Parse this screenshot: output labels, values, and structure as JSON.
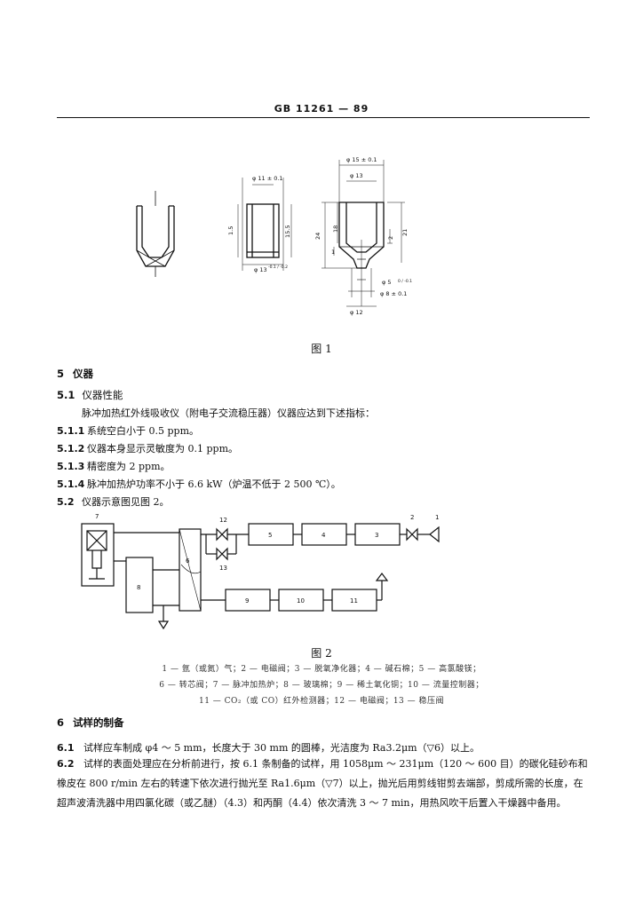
{
  "header": {
    "doc_code": "GB 11261 — 89"
  },
  "figure1": {
    "caption": "图 1",
    "dims": {
      "b_top": "φ 11 ± 0.1",
      "b_left": "1.5",
      "b_right": "15.5",
      "b_bottom": "φ 13",
      "b_bottom_tol": "-0.1 / -0.2",
      "c_top1": "φ 15 ± 0.1",
      "c_top2": "φ 13",
      "c_left_outer": "24",
      "c_left_inner": "18",
      "c_small": "1",
      "c_right_inner": "2",
      "c_right_outer": "21",
      "c_hole1": "φ 5",
      "c_hole1_tol": "0 / -0.1",
      "c_hole2": "φ 8 ± 0.1",
      "c_bottom": "φ 12"
    }
  },
  "section5": {
    "num": "5",
    "title": "仪器",
    "s51": {
      "num": "5.1",
      "title": "仪器性能"
    },
    "intro": "脉冲加热红外线吸收仪（附电子交流稳压器）仪器应达到下述指标：",
    "items": [
      {
        "num": "5.1.1",
        "text": "系统空白小于 0.5 ppm。"
      },
      {
        "num": "5.1.2",
        "text": "仪器本身显示灵敏度为 0.1 ppm。"
      },
      {
        "num": "5.1.3",
        "text": "精密度为 2 ppm。"
      },
      {
        "num": "5.1.4",
        "text": "脉冲加热炉功率不小于 6.6 kW（炉温不低于 2 500 ℃）。"
      }
    ],
    "s52": {
      "num": "5.2",
      "text": "仪器示意图见图 2。"
    }
  },
  "figure2": {
    "caption": "图 2",
    "labels": [
      "1",
      "2",
      "3",
      "4",
      "5",
      "6",
      "7",
      "8",
      "9",
      "10",
      "11",
      "12",
      "13"
    ],
    "legend_lines": [
      "1 — 氩（或氮）气；2 — 电磁阀；3 — 脱氧净化器；4 — 碱石棉；5 — 高氯酸镁；",
      "6 — 转芯阀；7 — 脉冲加热炉；8 — 玻璃棉；9 — 稀土氧化铜；10 — 流量控制器；",
      "11 — CO₂（或 CO）红外检测器；12 — 电磁阀；13 — 稳压阀"
    ]
  },
  "section6": {
    "num": "6",
    "title": "试样的制备",
    "p61": {
      "num": "6.1",
      "text": "试样应车制成 φ4 ～ 5 mm，长度大于 30 mm 的圆棒，光洁度为 Ra3.2μm（▽6）以上。"
    },
    "p62": {
      "num": "6.2",
      "text": "试样的表面处理应在分析前进行，按 6.1 条制备的试样，用 1058μm ～ 231μm（120 ～ 600 目）的碳化硅砂布和橡皮在 800 r/min 左右的转速下依次进行抛光至 Ra1.6μm（▽7）以上，抛光后用剪线钳剪去端部，剪成所需的长度，在超声波清洗器中用四氯化碳（或乙醚）（4.3）和丙酮（4.4）依次清洗 3 ～ 7 min，用热风吹干后置入干燥器中备用。"
    }
  }
}
